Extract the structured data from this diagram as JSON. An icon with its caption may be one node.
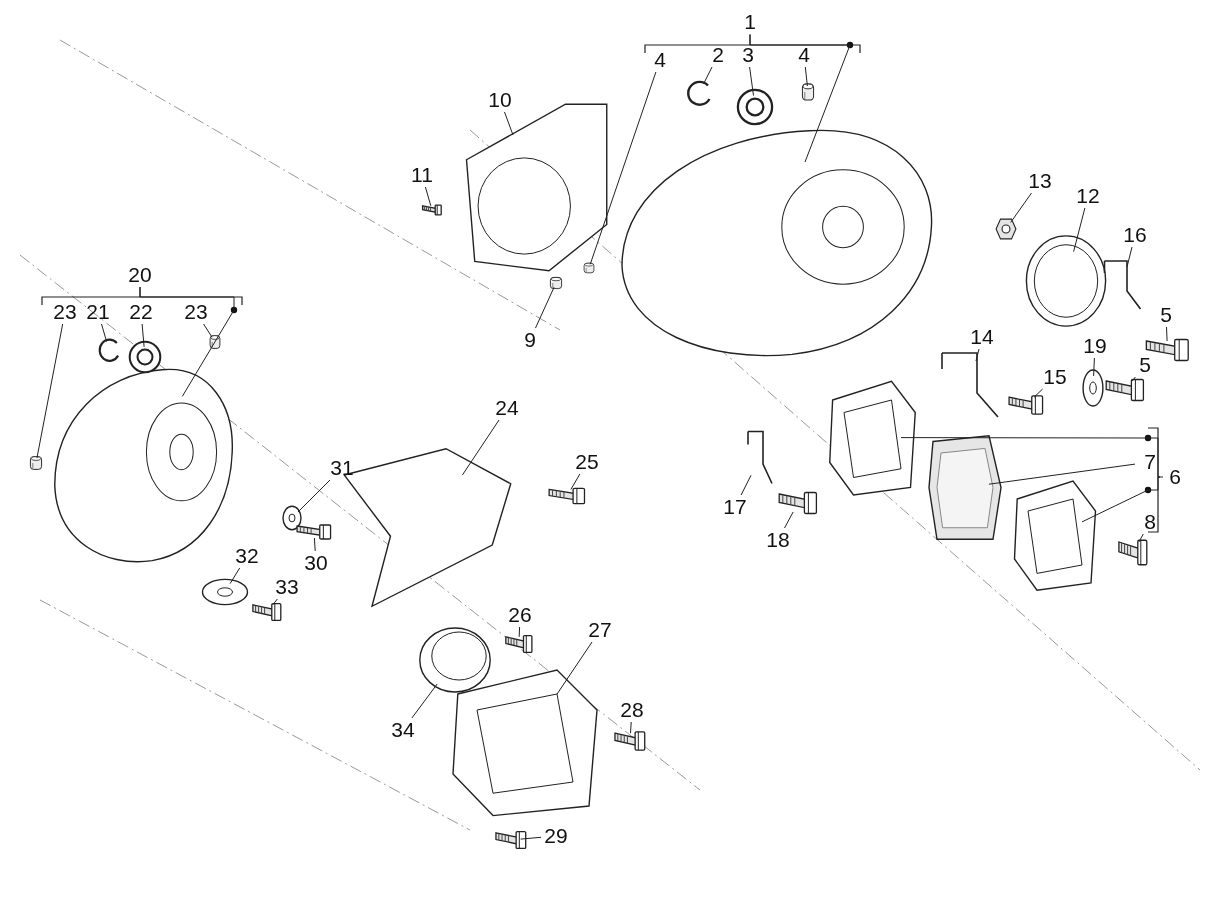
{
  "diagram": {
    "nodes": [
      {
        "text": [
          "1"
        ]
      },
      {
        "text": [],
        "shape": "picture"
      },
      {
        "text": [
          "2"
        ]
      },
      {
        "text": [],
        "shape": "picture"
      },
      {
        "text": [
          "3"
        ]
      },
      {
        "text": [],
        "shape": "picture"
      },
      {
        "text": [
          "4"
        ]
      },
      {
        "text": [],
        "shape": "picture"
      },
      {
        "text": [
          "4"
        ]
      },
      {
        "text": [],
        "shape": "picture"
      },
      {
        "text": [
          "10"
        ]
      },
      {
        "text": [],
        "shape": "picture"
      },
      {
        "text": [
          "11"
        ]
      },
      {
        "text": [],
        "shape": "picture"
      },
      {
        "text": [
          "9"
        ]
      },
      {
        "text": [],
        "shape": "picture"
      },
      {
        "text": [
          "13"
        ]
      },
      {
        "text": [],
        "shape": "picture"
      },
      {
        "text": [
          "12"
        ]
      },
      {
        "text": [],
        "shape": "picture"
      },
      {
        "text": [
          "16"
        ]
      },
      {
        "text": [],
        "shape": "picture"
      },
      {
        "text": [
          "5"
        ]
      },
      {
        "text": [],
        "shape": "picture"
      },
      {
        "text": [
          "5"
        ]
      },
      {
        "text": [],
        "shape": "picture"
      },
      {
        "text": [
          "19"
        ]
      },
      {
        "text": [],
        "shape": "picture"
      },
      {
        "text": [
          "14"
        ]
      },
      {
        "text": [],
        "shape": "picture"
      },
      {
        "text": [
          "15"
        ]
      },
      {
        "text": [],
        "shape": "picture"
      },
      {
        "text": [
          "7"
        ]
      },
      {
        "text": [],
        "shape": "picture"
      },
      {
        "text": [
          "6"
        ]
      },
      {
        "text": [],
        "shape": "picture"
      },
      {
        "text": [],
        "shape": "picture"
      },
      {
        "text": [
          "8"
        ]
      },
      {
        "text": [],
        "shape": "picture"
      },
      {
        "text": [
          "17"
        ]
      },
      {
        "text": [],
        "shape": "picture"
      },
      {
        "text": [
          "18"
        ]
      },
      {
        "text": [],
        "shape": "picture"
      },
      {
        "text": [
          "20"
        ]
      },
      {
        "text": [],
        "shape": "picture"
      },
      {
        "text": [
          "23"
        ]
      },
      {
        "text": [],
        "shape": "picture"
      },
      {
        "text": [
          "21"
        ]
      },
      {
        "text": [],
        "shape": "picture"
      },
      {
        "text": [
          "22"
        ]
      },
      {
        "text": [],
        "shape": "picture"
      },
      {
        "text": [
          "23"
        ]
      },
      {
        "text": [],
        "shape": "picture"
      },
      {
        "text": [
          "24"
        ]
      },
      {
        "text": [],
        "shape": "picture"
      },
      {
        "text": [
          "25"
        ]
      },
      {
        "text": [],
        "shape": "picture"
      },
      {
        "text": [
          "31"
        ]
      },
      {
        "text": [],
        "shape": "picture"
      },
      {
        "text": [
          "30"
        ]
      },
      {
        "text": [],
        "shape": "picture"
      },
      {
        "text": [
          "32"
        ]
      },
      {
        "text": [],
        "shape": "picture"
      },
      {
        "text": [
          "33"
        ]
      },
      {
        "text": [],
        "shape": "picture"
      },
      {
        "text": [
          "26"
        ]
      },
      {
        "text": [],
        "shape": "picture"
      },
      {
        "text": [
          "27"
        ]
      },
      {
        "text": [],
        "shape": "picture"
      },
      {
        "text": [
          "28"
        ]
      },
      {
        "text": [],
        "shape": "picture"
      },
      {
        "text": [
          "29"
        ]
      },
      {
        "text": [],
        "shape": "picture"
      },
      {
        "text": [
          "34"
        ]
      },
      {
        "text": [],
        "shape": "picture"
      }
    ],
    "edges": [
      {
        "from": 0,
        "to": 1,
        "arrow": "none"
      },
      {
        "from": 2,
        "to": 3,
        "arrow": "none"
      },
      {
        "from": 4,
        "to": 5,
        "arrow": "none"
      },
      {
        "from": 6,
        "to": 7,
        "arrow": "none"
      },
      {
        "from": 8,
        "to": 9,
        "arrow": "none"
      },
      {
        "from": 10,
        "to": 11,
        "arrow": "none"
      },
      {
        "from": 12,
        "to": 13,
        "arrow": "none"
      },
      {
        "from": 14,
        "to": 15,
        "arrow": "none"
      },
      {
        "from": 16,
        "to": 17,
        "arrow": "none"
      },
      {
        "from": 18,
        "to": 19,
        "arrow": "none"
      },
      {
        "from": 20,
        "to": 21,
        "arrow": "none"
      },
      {
        "from": 22,
        "to": 23,
        "arrow": "none"
      },
      {
        "from": 24,
        "to": 25,
        "arrow": "none"
      },
      {
        "from": 26,
        "to": 27,
        "arrow": "none"
      },
      {
        "from": 28,
        "to": 29,
        "arrow": "none"
      },
      {
        "from": 30,
        "to": 31,
        "arrow": "none"
      },
      {
        "from": 32,
        "to": 33,
        "arrow": "none"
      },
      {
        "from": 34,
        "to": 35,
        "arrow": "none"
      },
      {
        "from": 34,
        "to": 36,
        "arrow": "none"
      },
      {
        "from": 37,
        "to": 38,
        "arrow": "none"
      },
      {
        "from": 39,
        "to": 40,
        "arrow": "none"
      },
      {
        "from": 41,
        "to": 42,
        "arrow": "none"
      },
      {
        "from": 43,
        "to": 44,
        "arrow": "none"
      },
      {
        "from": 45,
        "to": 46,
        "arrow": "none"
      },
      {
        "from": 47,
        "to": 48,
        "arrow": "none"
      },
      {
        "from": 49,
        "to": 50,
        "arrow": "none"
      },
      {
        "from": 51,
        "to": 52,
        "arrow": "none"
      },
      {
        "from": 53,
        "to": 54,
        "arrow": "none"
      },
      {
        "from": 55,
        "to": 56,
        "arrow": "none"
      },
      {
        "from": 57,
        "to": 58,
        "arrow": "none"
      },
      {
        "from": 59,
        "to": 60,
        "arrow": "none"
      },
      {
        "from": 61,
        "to": 62,
        "arrow": "none"
      },
      {
        "from": 63,
        "to": 64,
        "arrow": "none"
      },
      {
        "from": 65,
        "to": 66,
        "arrow": "none"
      },
      {
        "from": 67,
        "to": 68,
        "arrow": "none"
      },
      {
        "from": 69,
        "to": 70,
        "arrow": "none"
      },
      {
        "from": 71,
        "to": 72,
        "arrow": "none"
      },
      {
        "from": 73,
        "to": 74,
        "arrow": "none"
      }
    ]
  }
}
